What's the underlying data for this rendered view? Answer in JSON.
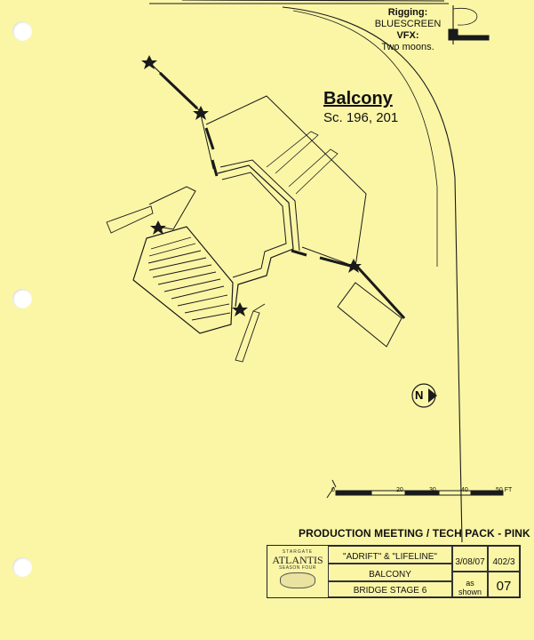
{
  "rigging": {
    "label": "Rigging:",
    "value": "BLUESCREEN"
  },
  "vfx": {
    "label": "VFX:",
    "value": "Two moons."
  },
  "set": {
    "title": "Balcony",
    "scenes": "Sc. 196, 201"
  },
  "north_label": "N",
  "scale": {
    "ticks": [
      "0",
      "20",
      "30",
      "40",
      "50 FT"
    ]
  },
  "production_line": "PRODUCTION MEETING / TECH PACK -  PINK",
  "title_block": {
    "logo": {
      "top": "STARGATE",
      "main": "ATLANTIS",
      "sub": "SEASON FOUR"
    },
    "episode": "\"ADRIFT\" & \"LIFELINE\"",
    "drawing_title": "BALCONY",
    "stage": "BRIDGE STAGE 6",
    "survey_date": "3/08/07",
    "episode_no": "402/3",
    "scale": "as shown",
    "page_no": "07"
  },
  "colors": {
    "paper": "#fbf6a6",
    "ink": "#1a1a1a"
  }
}
